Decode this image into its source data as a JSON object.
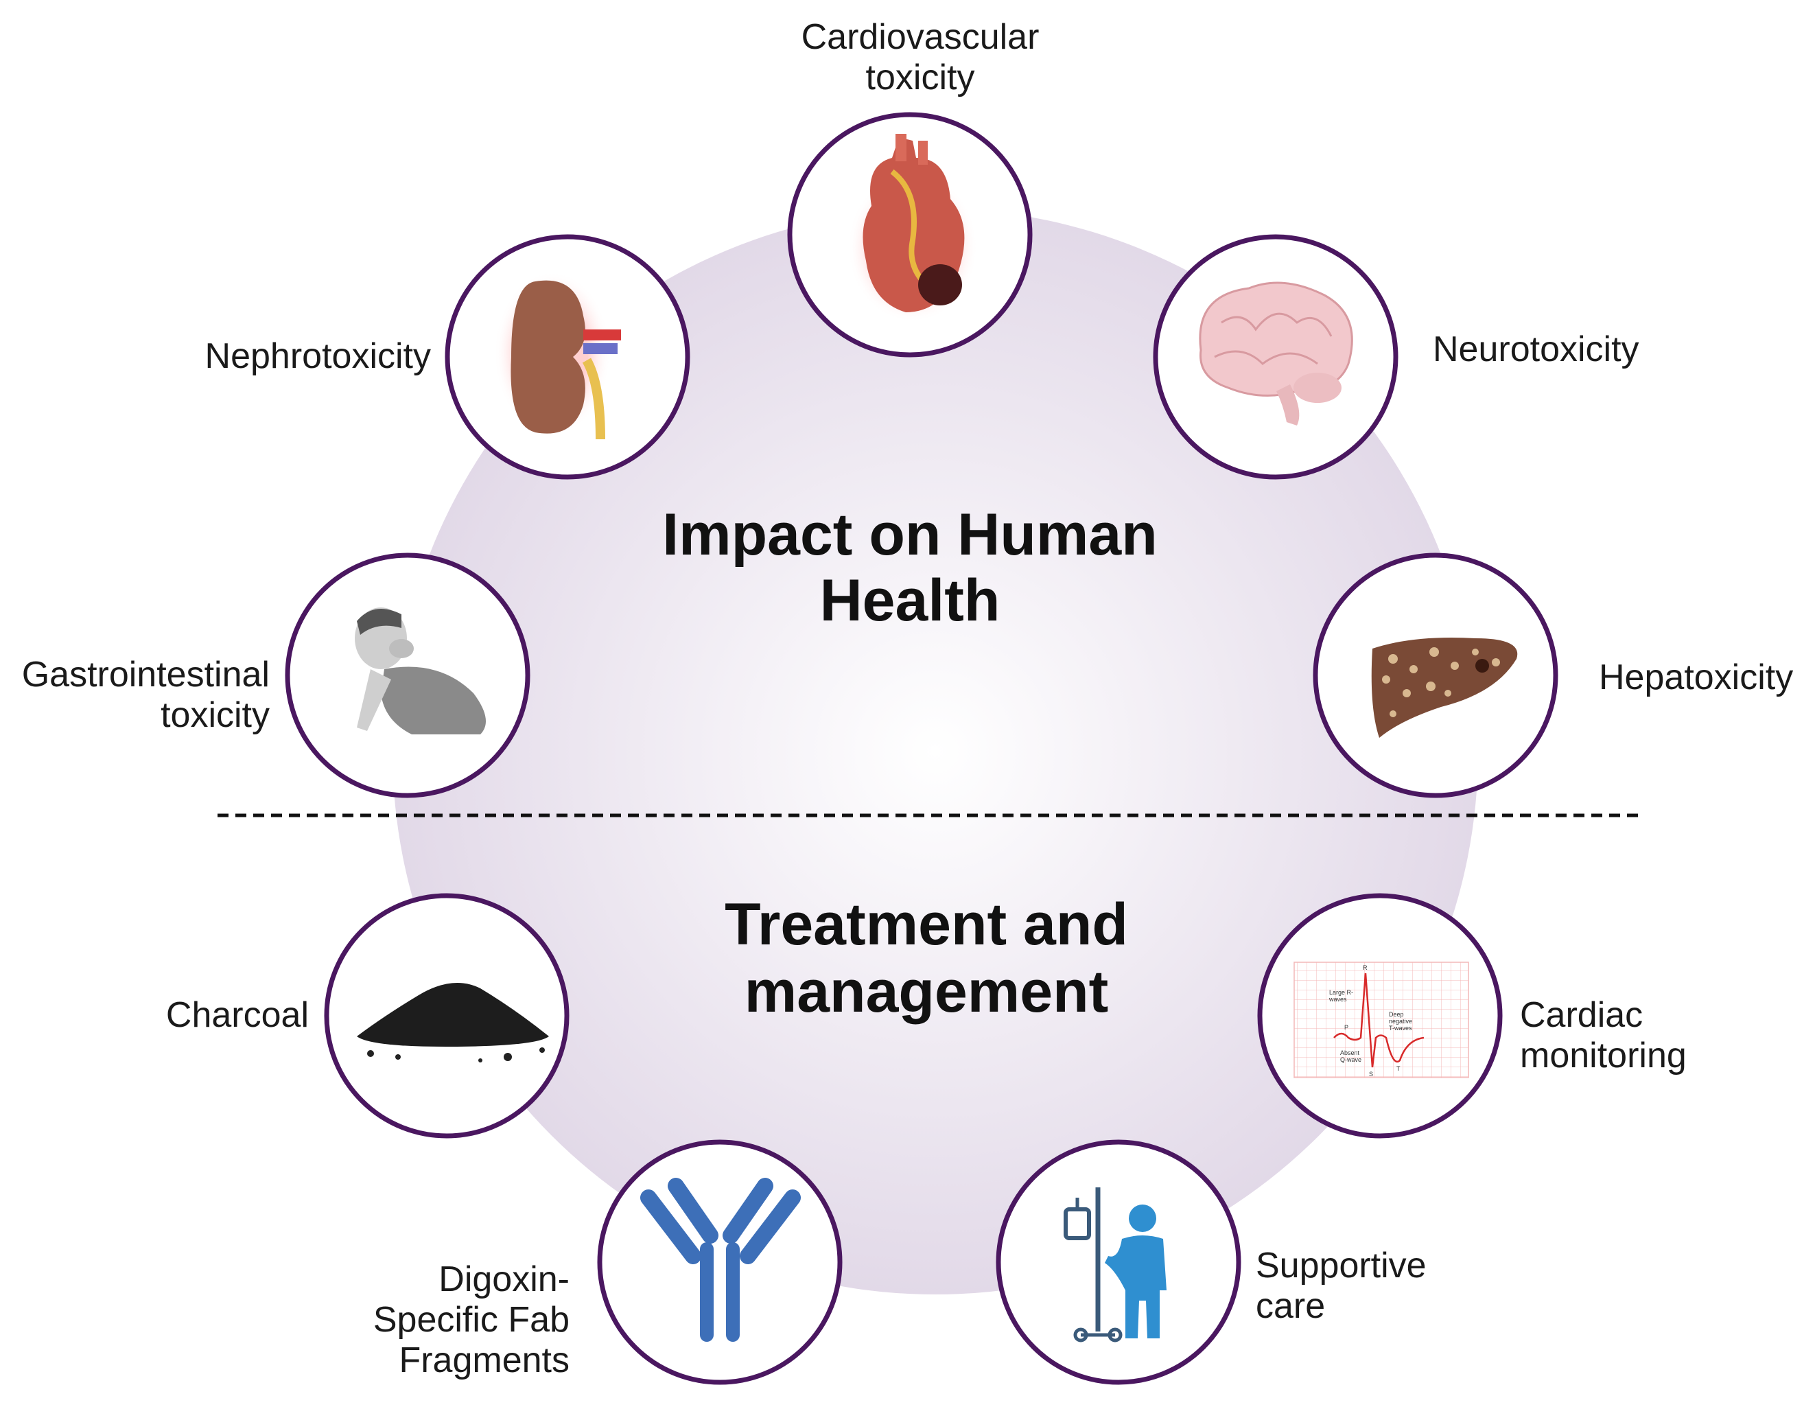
{
  "titles": {
    "impact_line1": "Impact  on Human",
    "impact_line2": "Health",
    "treatment_line1": "Treatment and",
    "treatment_line2": "management"
  },
  "impacts": {
    "cardiovascular": [
      "Cardiovascular",
      "toxicity"
    ],
    "nephro": "Nephrotoxicity",
    "neuro": "Neurotoxicity",
    "gastro": [
      "Gastrointestinal",
      "toxicity"
    ],
    "hepato": "Hepatoxicity"
  },
  "treatments": {
    "charcoal": "Charcoal",
    "cardiac": [
      "Cardiac",
      "monitoring"
    ],
    "fab": [
      "Digoxin-",
      "Specific Fab",
      "Fragments"
    ],
    "supportive": [
      "Supportive",
      "care"
    ]
  },
  "ecg_labels": {
    "r": "R",
    "s": "S",
    "p": "P",
    "t": "T",
    "large_r": [
      "Large R-",
      "waves"
    ],
    "absent_q": [
      "Absent",
      "Q-wave"
    ],
    "deep_t": [
      "Deep",
      "negative",
      "T-waves"
    ]
  },
  "colors": {
    "ring": "#4a1760",
    "background_circle": "#e4dce9",
    "antibody": "#3d6fb8",
    "patient": "#2f8fd0"
  }
}
